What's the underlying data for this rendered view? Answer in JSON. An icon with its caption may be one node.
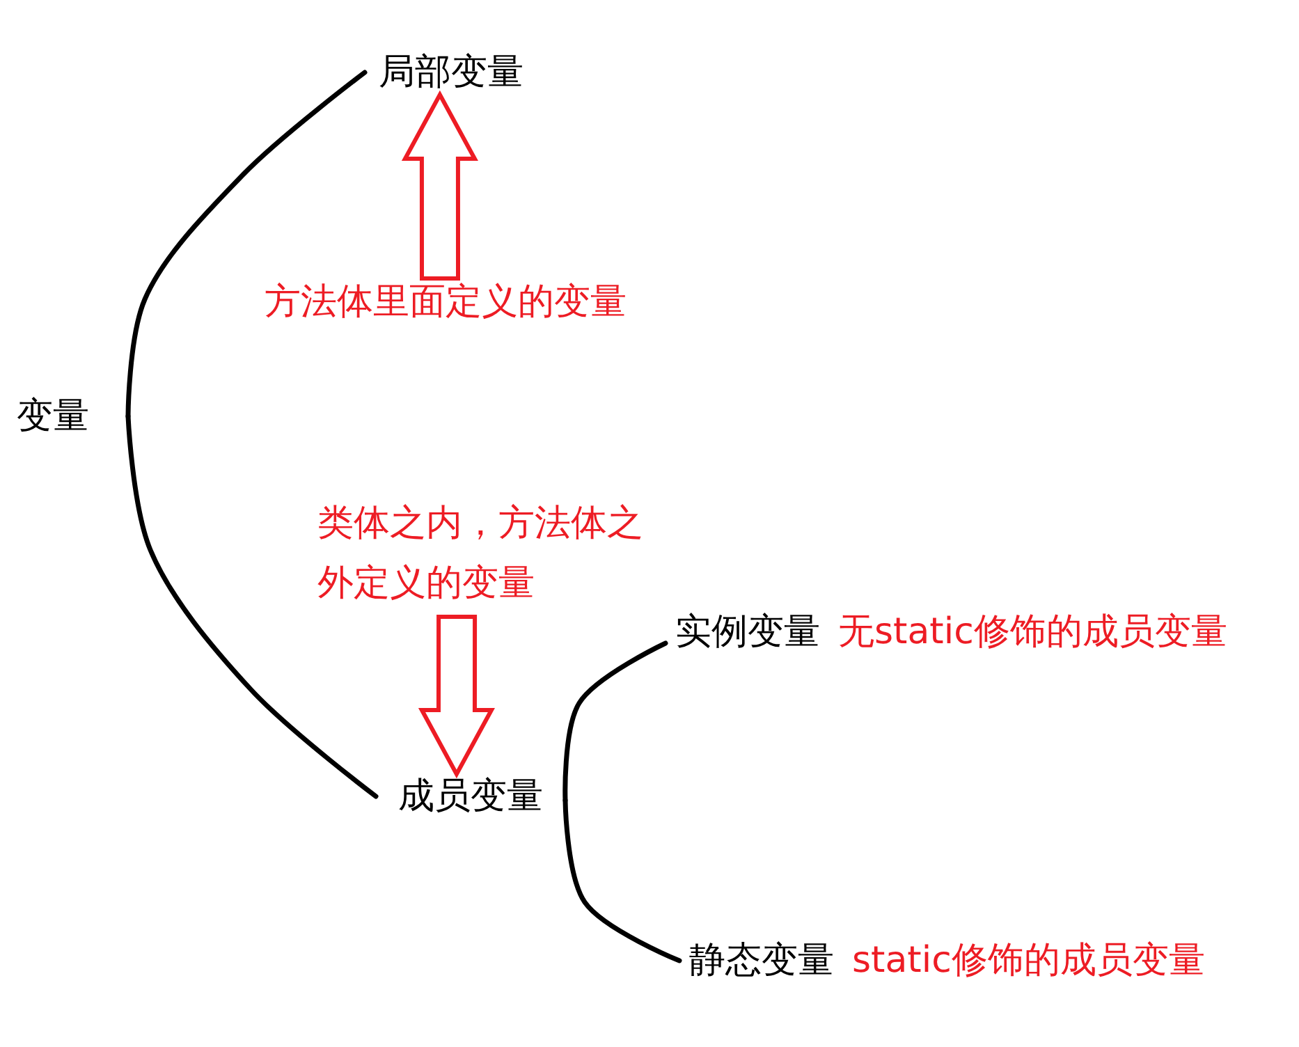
{
  "diagram": {
    "nodes": [
      {
        "text": [
          "变量"
        ]
      },
      {
        "text": [
          "局部变量"
        ]
      },
      {
        "text": [
          "方法体里面定义的变量"
        ]
      },
      {
        "text": [
          "类体之内，方法体之外定义的变量"
        ]
      },
      {
        "text": [
          "成员变量"
        ]
      },
      {
        "text": [
          "实例变量"
        ],
        "beside": [
          "无static修饰的成员变量"
        ]
      },
      {
        "text": [
          "静态变量"
        ],
        "beside": [
          "static修饰的成员变量"
        ]
      }
    ],
    "edges": [
      {
        "from": 0,
        "to": 1,
        "arrow": "none"
      },
      {
        "from": 0,
        "to": 4,
        "arrow": "none"
      },
      {
        "from": 2,
        "to": 1,
        "arrow": "to",
        "style": "thick",
        "color": "#ed1c24"
      },
      {
        "from": 3,
        "to": 4,
        "arrow": "to",
        "style": "thick",
        "color": "#ed1c24"
      },
      {
        "from": 4,
        "to": 5,
        "arrow": "none"
      },
      {
        "from": 4,
        "to": 6,
        "arrow": "none"
      }
    ]
  }
}
